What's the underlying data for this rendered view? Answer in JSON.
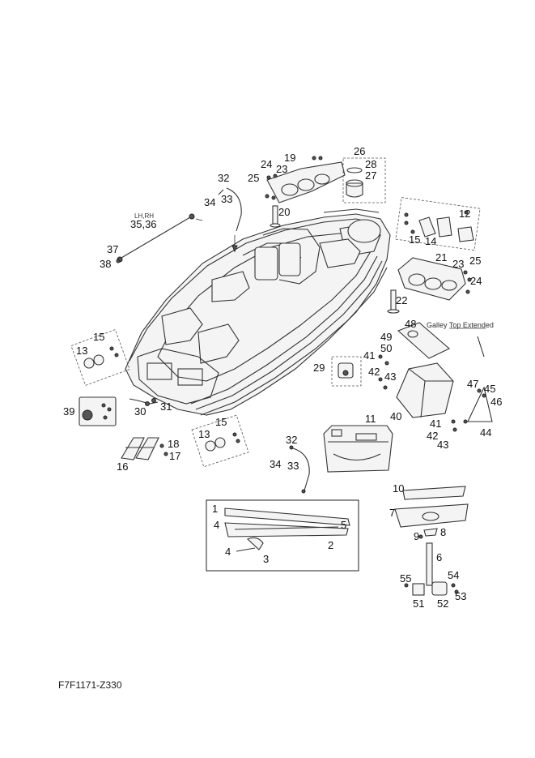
{
  "diagram_code": "F7F1171-Z330",
  "notes": {
    "lh_rh": "LH,RH",
    "galley": "Galley Top Extended"
  },
  "callouts": {
    "c1": "1",
    "c2": "2",
    "c3": "3",
    "c4a": "4",
    "c4b": "4",
    "c5": "5",
    "c6": "6",
    "c7": "7",
    "c8": "8",
    "c9": "9",
    "c10": "10",
    "c11": "11",
    "c12": "12",
    "c13a": "13",
    "c13b": "13",
    "c14": "14",
    "c15a": "15",
    "c15b": "15",
    "c15c": "15",
    "c16": "16",
    "c17": "17",
    "c18": "18",
    "c19": "19",
    "c20": "20",
    "c21": "21",
    "c22": "22",
    "c23a": "23",
    "c23b": "23",
    "c24a": "24",
    "c24b": "24",
    "c25a": "25",
    "c25b": "25",
    "c26": "26",
    "c27": "27",
    "c28": "28",
    "c29": "29",
    "c30": "30",
    "c31": "31",
    "c32a": "32",
    "c32b": "32",
    "c33a": "33",
    "c33b": "33",
    "c34a": "34",
    "c34b": "34",
    "c3536": "35,36",
    "c37": "37",
    "c38": "38",
    "c39": "39",
    "c40": "40",
    "c41a": "41",
    "c41b": "41",
    "c42a": "42",
    "c42b": "42",
    "c43a": "43",
    "c43b": "43",
    "c44": "44",
    "c45": "45",
    "c46": "46",
    "c47": "47",
    "c48": "48",
    "c49": "49",
    "c50": "50",
    "c51": "51",
    "c52": "52",
    "c53": "53",
    "c54": "54",
    "c55": "55"
  }
}
